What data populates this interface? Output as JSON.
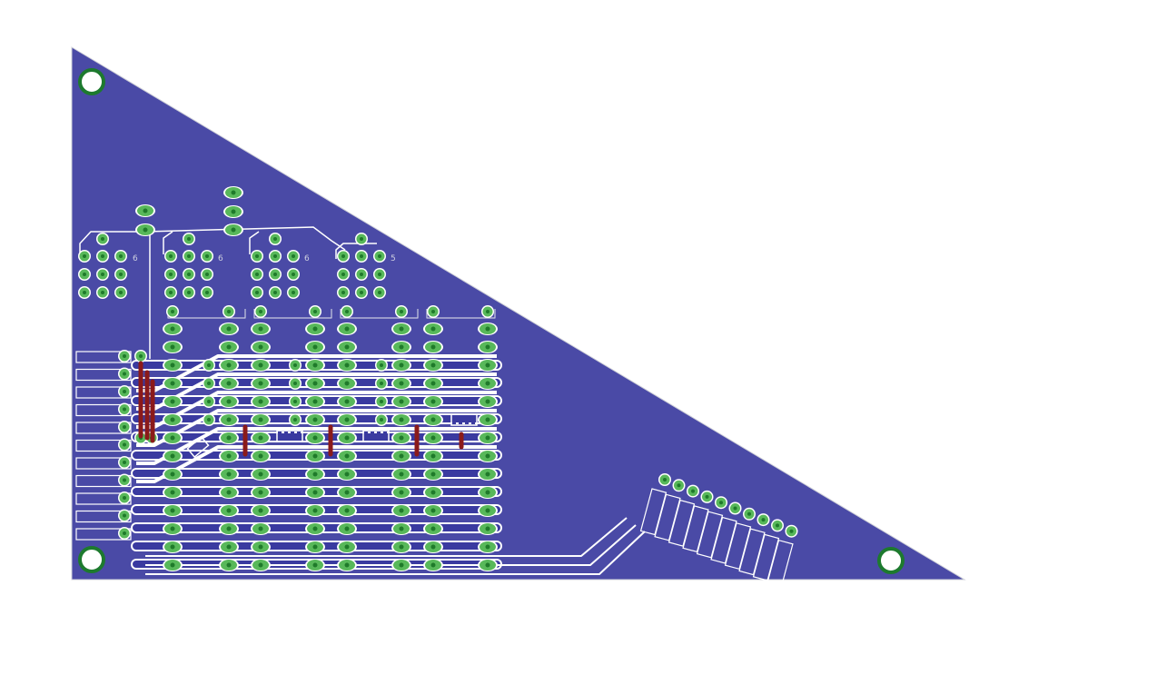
{
  "board": {
    "outline_color": "#cfd0d8",
    "copper_color": "#4a4aa6",
    "pad_color": "#58b85a",
    "hole_color": "#1f7a2a",
    "via_top_color": "#8b1a1a",
    "trace_color": "#3a3aa0",
    "clearance_color": "#ffffff",
    "mount_ring_color": "#1d7a2e"
  },
  "legend_text": {
    "ic1_pin": "6",
    "ic2_pin": "6",
    "ic3_pin": "6",
    "ic4_pin": "5"
  },
  "icons": {
    "mount_hole": "mounting-hole-icon",
    "pad": "through-hole-pad-icon",
    "smd": "smd-pad-icon"
  }
}
